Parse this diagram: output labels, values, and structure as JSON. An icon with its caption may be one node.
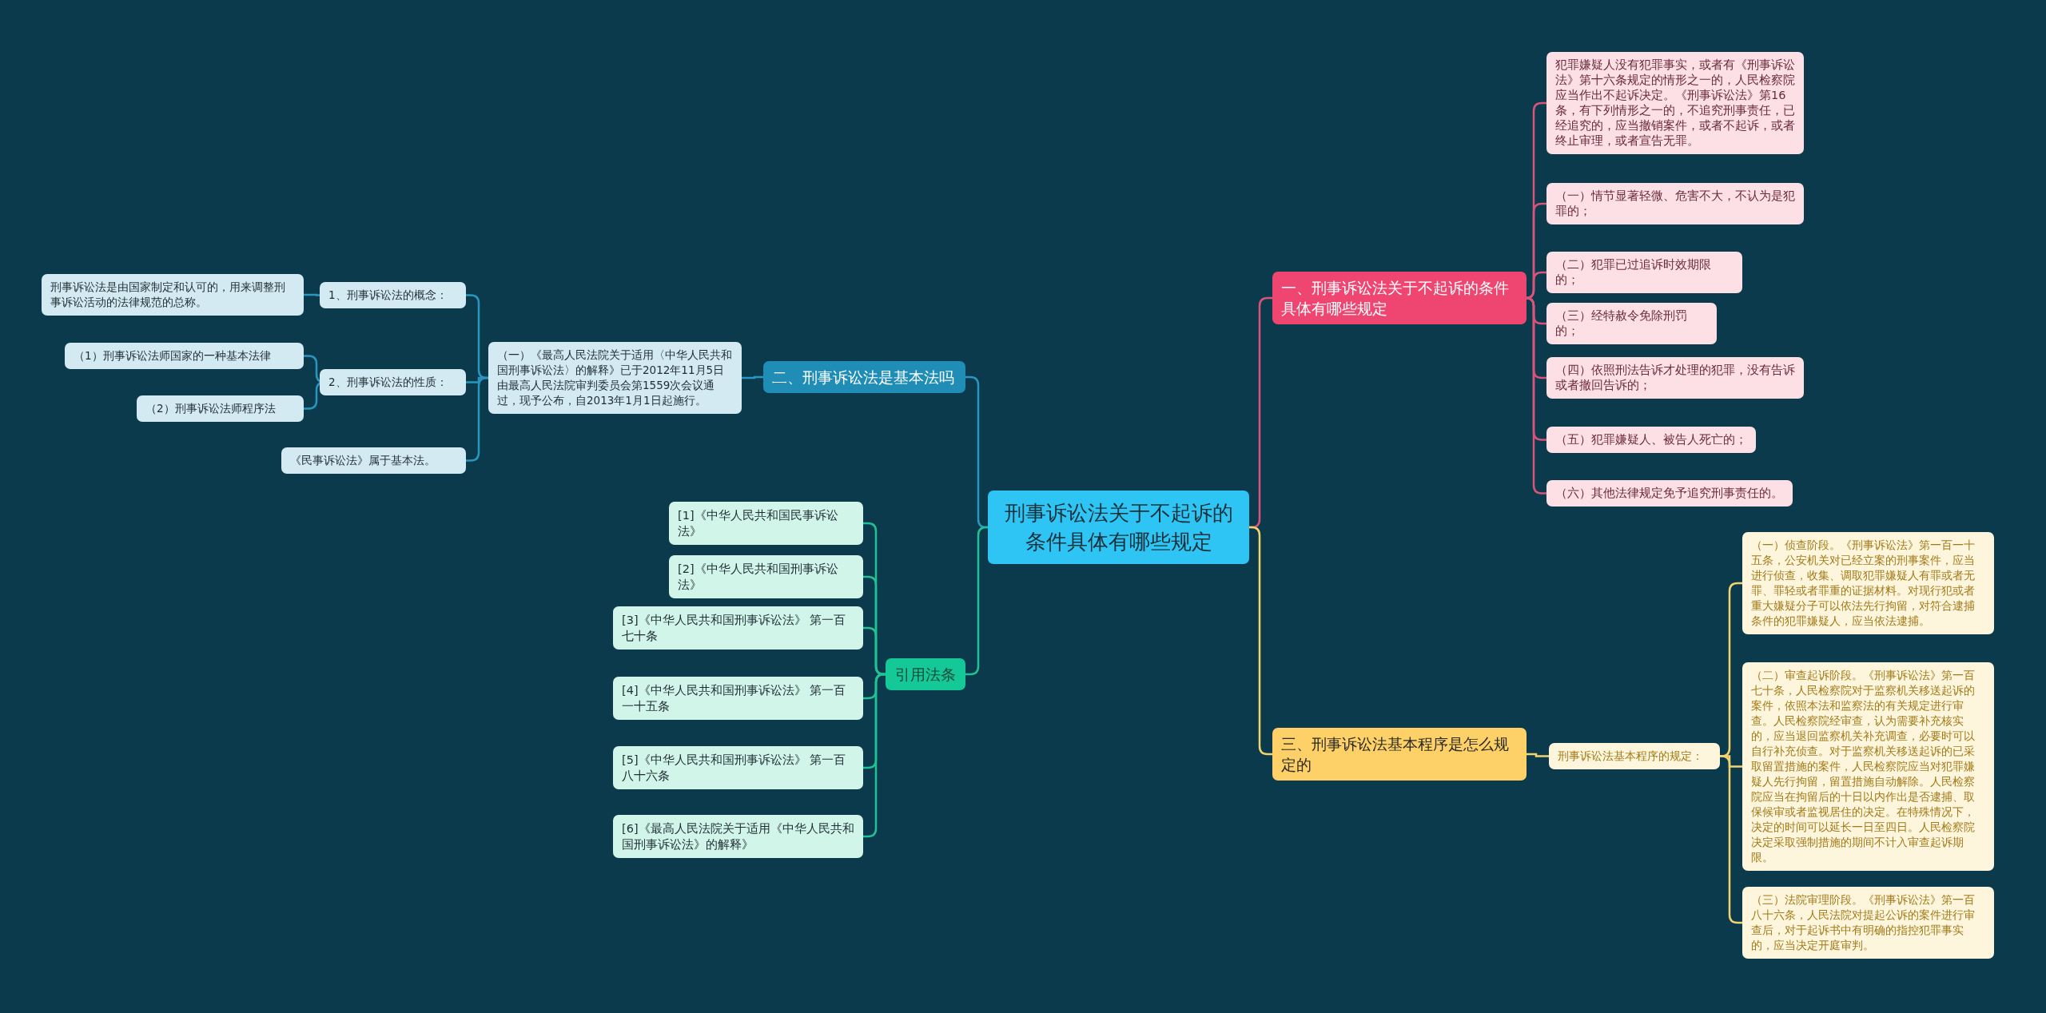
{
  "diagram": {
    "nodes": [
      {
        "text": [
          "刑事诉讼法关于不起诉的条件具体有哪些规定"
        ]
      },
      {
        "text": [
          "一、刑事诉讼法关于不起诉的条件具体有哪些规定"
        ]
      },
      {
        "text": [
          "犯罪嫌疑人没有犯罪事实，或者有《刑事诉讼法》第十六条规定的情形之一的，人民检察院应当作出不起诉决定。《刑事诉讼法》第16条，有下列情形之一的，不追究刑事责任，已经追究的，应当撤销案件，或者不起诉，或者终止审理，或者宣告无罪。"
        ]
      },
      {
        "text": [
          "（一）情节显著轻微、危害不大，不认为是犯罪的；"
        ]
      },
      {
        "text": [
          "（二）犯罪已过追诉时效期限的；"
        ]
      },
      {
        "text": [
          "（三）经特赦令免除刑罚的；"
        ]
      },
      {
        "text": [
          "（四）依照刑法告诉才处理的犯罪，没有告诉或者撤回告诉的；"
        ]
      },
      {
        "text": [
          "（五）犯罪嫌疑人、被告人死亡的；"
        ]
      },
      {
        "text": [
          "（六）其他法律规定免予追究刑事责任的。"
        ]
      },
      {
        "text": [
          "三、刑事诉讼法基本程序是怎么规定的"
        ]
      },
      {
        "text": [
          "刑事诉讼法基本程序的规定："
        ]
      },
      {
        "text": [
          "（一）侦查阶段。《刑事诉讼法》第一百一十五条，公安机关对已经立案的刑事案件，应当进行侦查，收集、调取犯罪嫌疑人有罪或者无罪、罪轻或者罪重的证据材料。对现行犯或者重大嫌疑分子可以依法先行拘留，对符合逮捕条件的犯罪嫌疑人，应当依法逮捕。"
        ]
      },
      {
        "text": [
          "（二）审查起诉阶段。《刑事诉讼法》第一百七十条，人民检察院对于监察机关移送起诉的案件，依照本法和监察法的有关规定进行审查。人民检察院经审查，认为需要补充核实的，应当退回监察机关补充调查，必要时可以自行补充侦查。对于监察机关移送起诉的已采取留置措施的案件，人民检察院应当对犯罪嫌疑人先行拘留，留置措施自动解除。人民检察院应当在拘留后的十日以内作出是否逮捕、取保候审或者监视居住的决定。在特殊情况下，决定的时间可以延长一日至四日。人民检察院决定采取强制措施的期间不计入审查起诉期限。"
        ]
      },
      {
        "text": [
          "（三）法院审理阶段。《刑事诉讼法》第一百八十六条，人民法院对提起公诉的案件进行审查后，对于起诉书中有明确的指控犯罪事实的，应当决定开庭审判。"
        ]
      },
      {
        "text": [
          "二、刑事诉讼法是基本法吗"
        ]
      },
      {
        "text": [
          "（一）《最高人民法院关于适用〈中华人民共和国刑事诉讼法〉的解释》已于2012年11月5日由最高人民法院审判委员会第1559次会议通过，现予公布，自2013年1月1日起施行。"
        ]
      },
      {
        "text": [
          "1、刑事诉讼法的概念："
        ]
      },
      {
        "text": [
          "刑事诉讼法是由国家制定和认可的，用来调整刑事诉讼活动的法律规范的总称。"
        ]
      },
      {
        "text": [
          "2、刑事诉讼法的性质："
        ]
      },
      {
        "text": [
          "（1）刑事诉讼法师国家的一种基本法律"
        ]
      },
      {
        "text": [
          "（2）刑事诉讼法师程序法"
        ]
      },
      {
        "text": [
          "《民事诉讼法》属于基本法。"
        ]
      },
      {
        "text": [
          "引用法条"
        ]
      },
      {
        "text": [
          "[1]《中华人民共和国民事诉讼法》"
        ]
      },
      {
        "text": [
          "[2]《中华人民共和国刑事诉讼法》"
        ]
      },
      {
        "text": [
          "[3]《中华人民共和国刑事诉讼法》 第一百七十条"
        ]
      },
      {
        "text": [
          "[4]《中华人民共和国刑事诉讼法》 第一百一十五条"
        ]
      },
      {
        "text": [
          "[5]《中华人民共和国刑事诉讼法》 第一百八十六条"
        ]
      },
      {
        "text": [
          "[6]《最高人民法院关于适用《中华人民共和国刑事诉讼法》的解释》"
        ]
      }
    ],
    "edges": [
      {
        "from": 0,
        "to": 1,
        "arrow": "none",
        "color": "#d9537a"
      },
      {
        "from": 1,
        "to": 2,
        "arrow": "none",
        "color": "#d9537a"
      },
      {
        "from": 1,
        "to": 3,
        "arrow": "none",
        "color": "#d9537a"
      },
      {
        "from": 1,
        "to": 4,
        "arrow": "none",
        "color": "#d9537a"
      },
      {
        "from": 1,
        "to": 5,
        "arrow": "none",
        "color": "#d9537a"
      },
      {
        "from": 1,
        "to": 6,
        "arrow": "none",
        "color": "#d9537a"
      },
      {
        "from": 1,
        "to": 7,
        "arrow": "none",
        "color": "#d9537a"
      },
      {
        "from": 1,
        "to": 8,
        "arrow": "none",
        "color": "#d9537a"
      },
      {
        "from": 0,
        "to": 9,
        "arrow": "none",
        "color": "#f2d36e"
      },
      {
        "from": 9,
        "to": 10,
        "arrow": "none",
        "color": "#f2d36e"
      },
      {
        "from": 10,
        "to": 11,
        "arrow": "none",
        "color": "#f2d36e"
      },
      {
        "from": 10,
        "to": 12,
        "arrow": "none",
        "color": "#f2d36e"
      },
      {
        "from": 10,
        "to": 13,
        "arrow": "none",
        "color": "#f2d36e"
      },
      {
        "from": 0,
        "to": 14,
        "arrow": "none",
        "color": "#2a96c0"
      },
      {
        "from": 14,
        "to": 15,
        "arrow": "none",
        "color": "#2a96c0"
      },
      {
        "from": 15,
        "to": 16,
        "arrow": "none",
        "color": "#2a96c0"
      },
      {
        "from": 16,
        "to": 17,
        "arrow": "none",
        "color": "#2a96c0"
      },
      {
        "from": 15,
        "to": 18,
        "arrow": "none",
        "color": "#2a96c0"
      },
      {
        "from": 18,
        "to": 19,
        "arrow": "none",
        "color": "#2a96c0"
      },
      {
        "from": 18,
        "to": 20,
        "arrow": "none",
        "color": "#2a96c0"
      },
      {
        "from": 15,
        "to": 21,
        "arrow": "none",
        "color": "#2a96c0"
      },
      {
        "from": 0,
        "to": 22,
        "arrow": "none",
        "color": "#1fc393"
      },
      {
        "from": 22,
        "to": 23,
        "arrow": "none",
        "color": "#1fc393"
      },
      {
        "from": 22,
        "to": 24,
        "arrow": "none",
        "color": "#1fc393"
      },
      {
        "from": 22,
        "to": 25,
        "arrow": "none",
        "color": "#1fc393"
      },
      {
        "from": 22,
        "to": 26,
        "arrow": "none",
        "color": "#1fc393"
      },
      {
        "from": 22,
        "to": 27,
        "arrow": "none",
        "color": "#1fc393"
      },
      {
        "from": 22,
        "to": 28,
        "arrow": "none",
        "color": "#1fc393"
      }
    ]
  }
}
